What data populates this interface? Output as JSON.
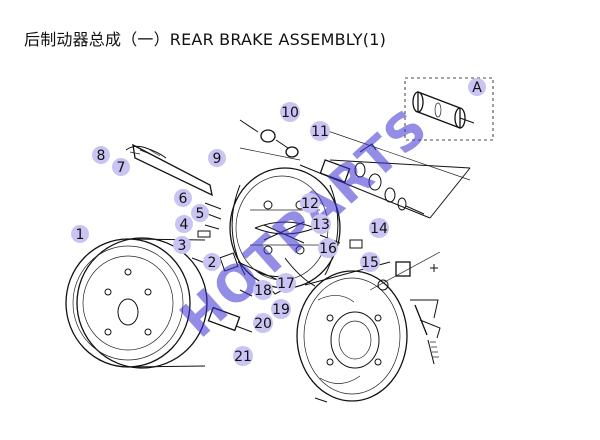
{
  "title": "后制动器总成（一）REAR BRAKE ASSEMBLY(1)",
  "detail_label": "A",
  "watermark": "HOTPARTS",
  "callouts": [
    "1",
    "2",
    "3",
    "4",
    "5",
    "6",
    "7",
    "8",
    "9",
    "10",
    "11",
    "12",
    "13",
    "14",
    "15",
    "16",
    "17",
    "18",
    "19",
    "20",
    "21"
  ],
  "colors": {
    "callout_fill": "#c9c4f4",
    "watermark": "#3a2fd0",
    "line": "#111111"
  }
}
